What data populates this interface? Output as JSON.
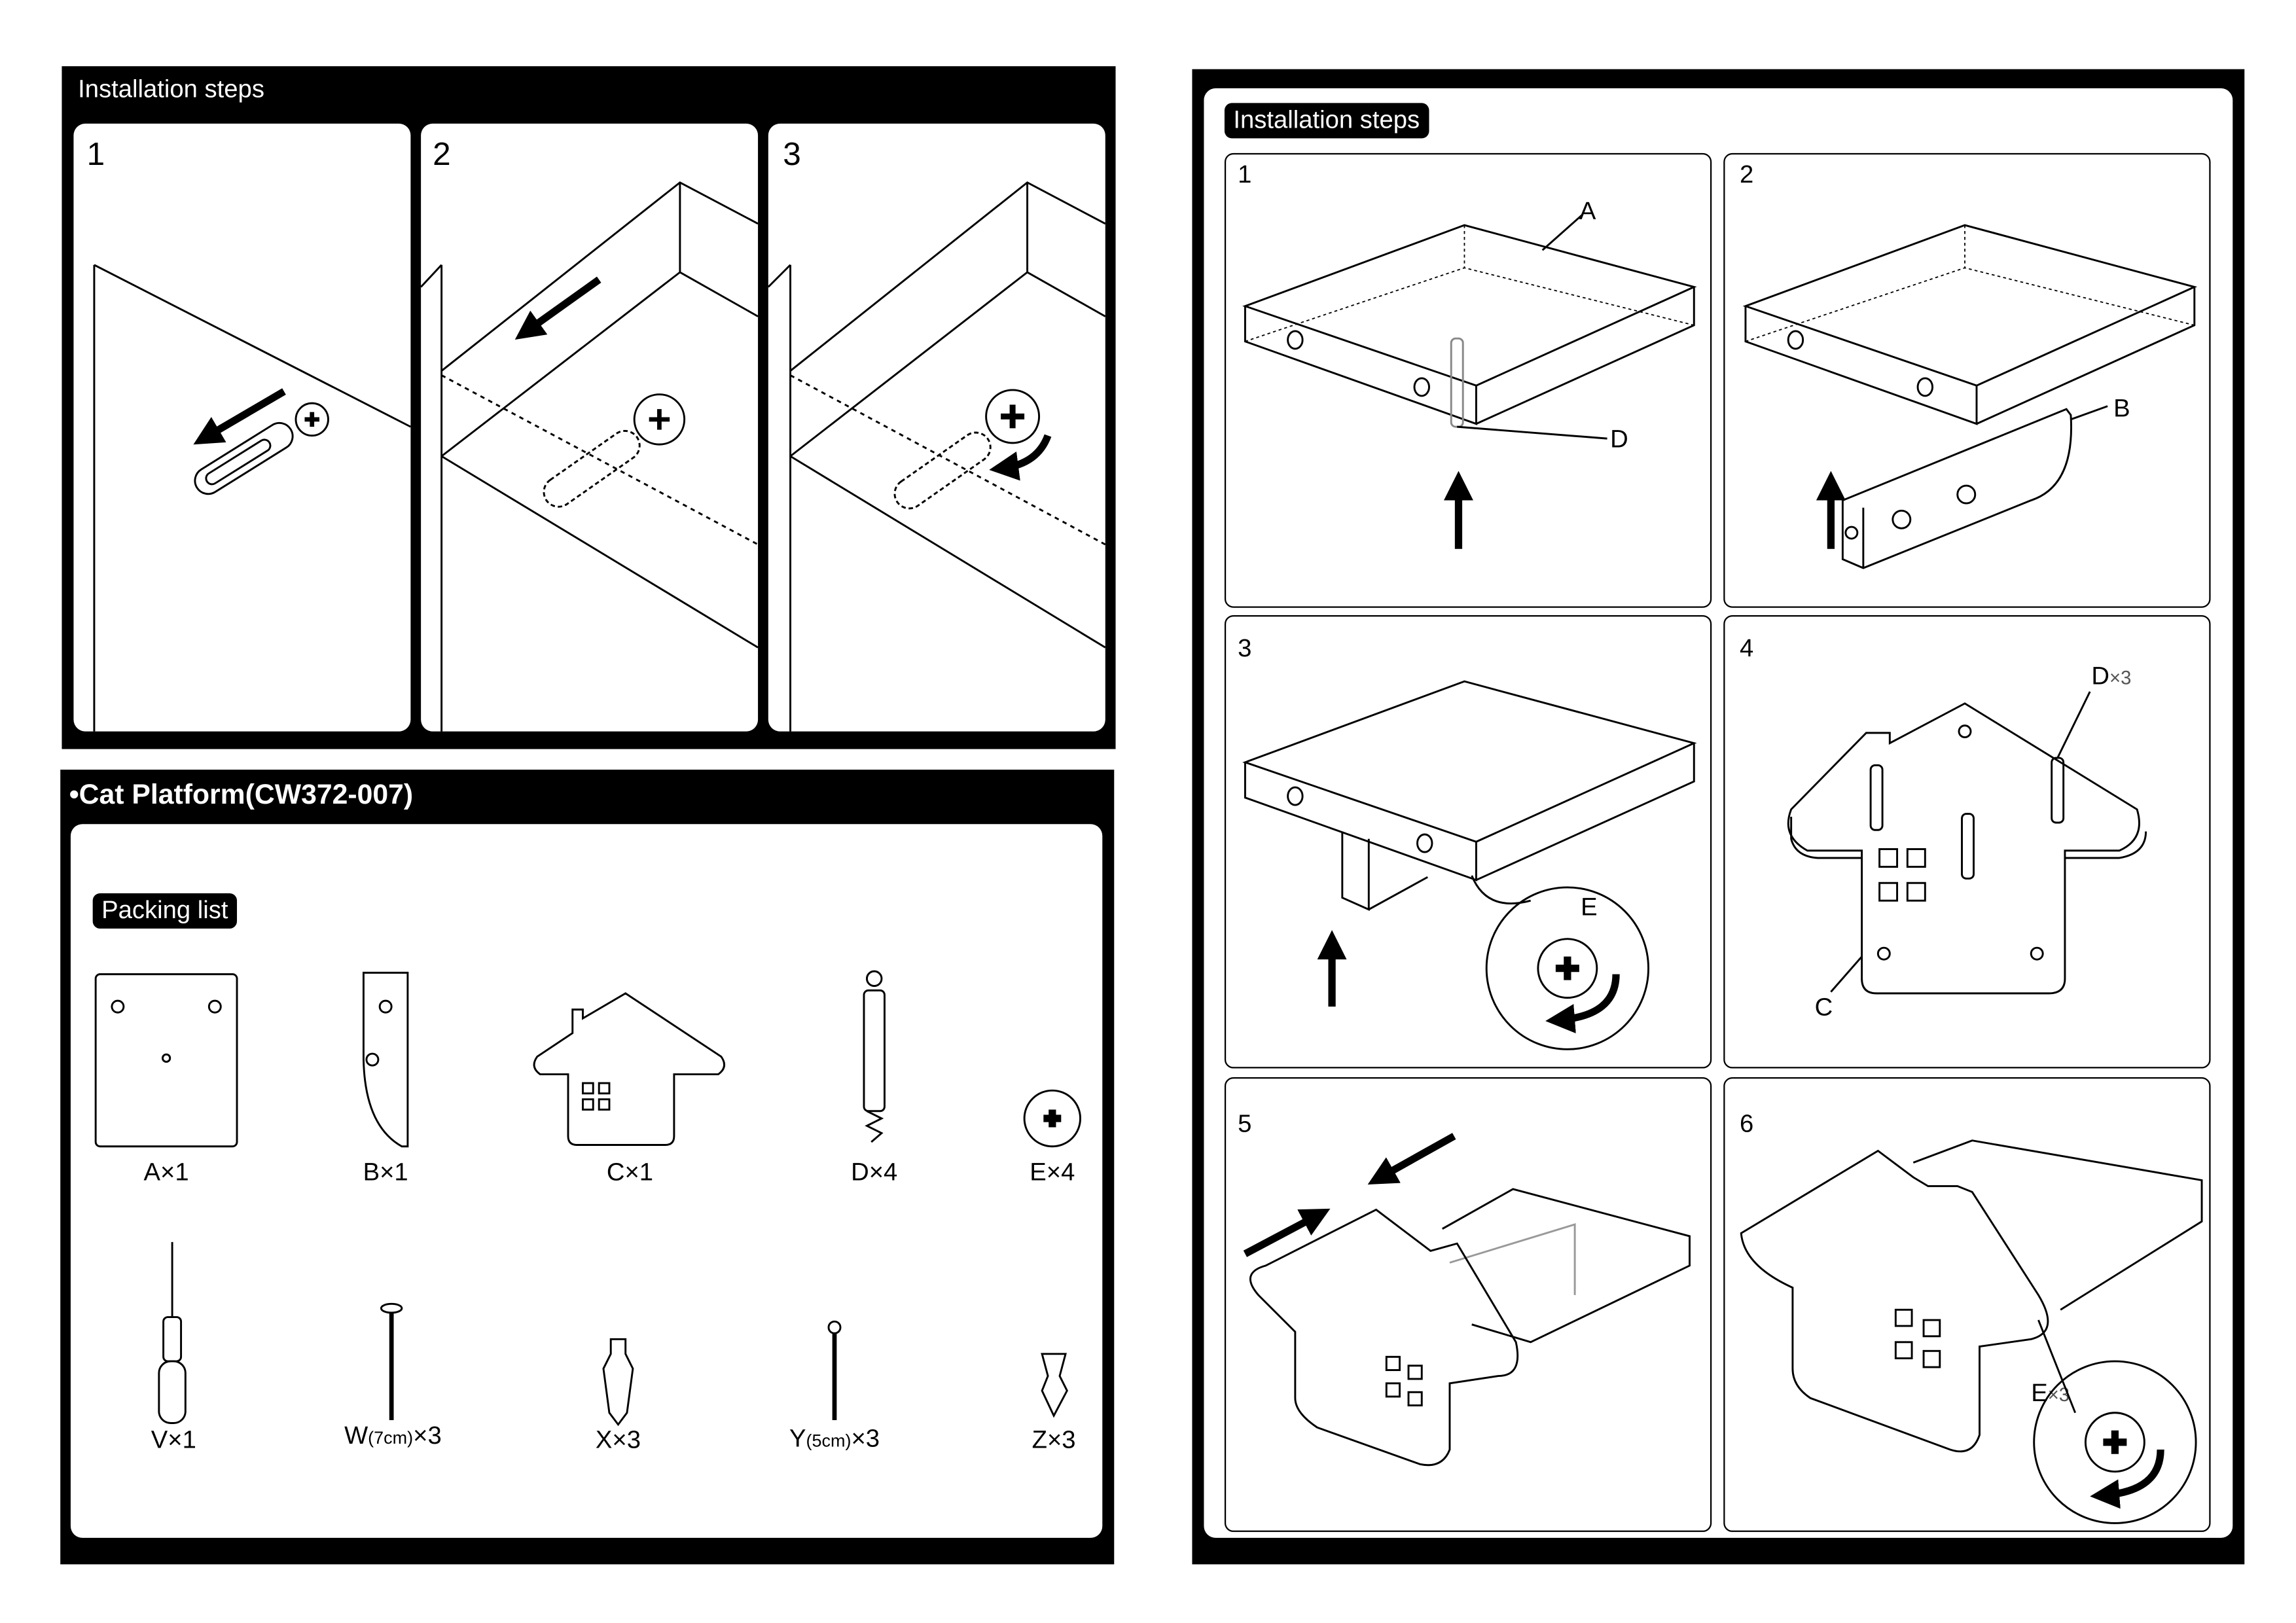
{
  "left_install": {
    "title": "Installation steps",
    "steps": [
      "1",
      "2",
      "3"
    ]
  },
  "packing": {
    "title": "•Cat Platform(CW372-007)",
    "badge": "Packing list",
    "items": [
      {
        "letter": "A",
        "qty": "×1"
      },
      {
        "letter": "B",
        "qty": "×1"
      },
      {
        "letter": "C",
        "qty": "×1"
      },
      {
        "letter": "D",
        "qty": "×4"
      },
      {
        "letter": "E",
        "qty": "×4"
      },
      {
        "letter": "V",
        "qty": "×1"
      },
      {
        "letter": "W",
        "size": "(7cm)",
        "qty": "×3"
      },
      {
        "letter": "X",
        "qty": "×3"
      },
      {
        "letter": "Y",
        "size": "(5cm)",
        "qty": "×3"
      },
      {
        "letter": "Z",
        "qty": "×3"
      }
    ]
  },
  "right_install": {
    "title": "Installation steps",
    "steps": [
      "1",
      "2",
      "3",
      "4",
      "5",
      "6"
    ],
    "callouts": {
      "s1_a": "A",
      "s1_d": "D",
      "s2_b": "B",
      "s3_e": "E",
      "s4_d": "D",
      "s4_d_qty": "×3",
      "s4_c": "C",
      "s6_e": "E",
      "s6_e_qty": "×3"
    }
  }
}
